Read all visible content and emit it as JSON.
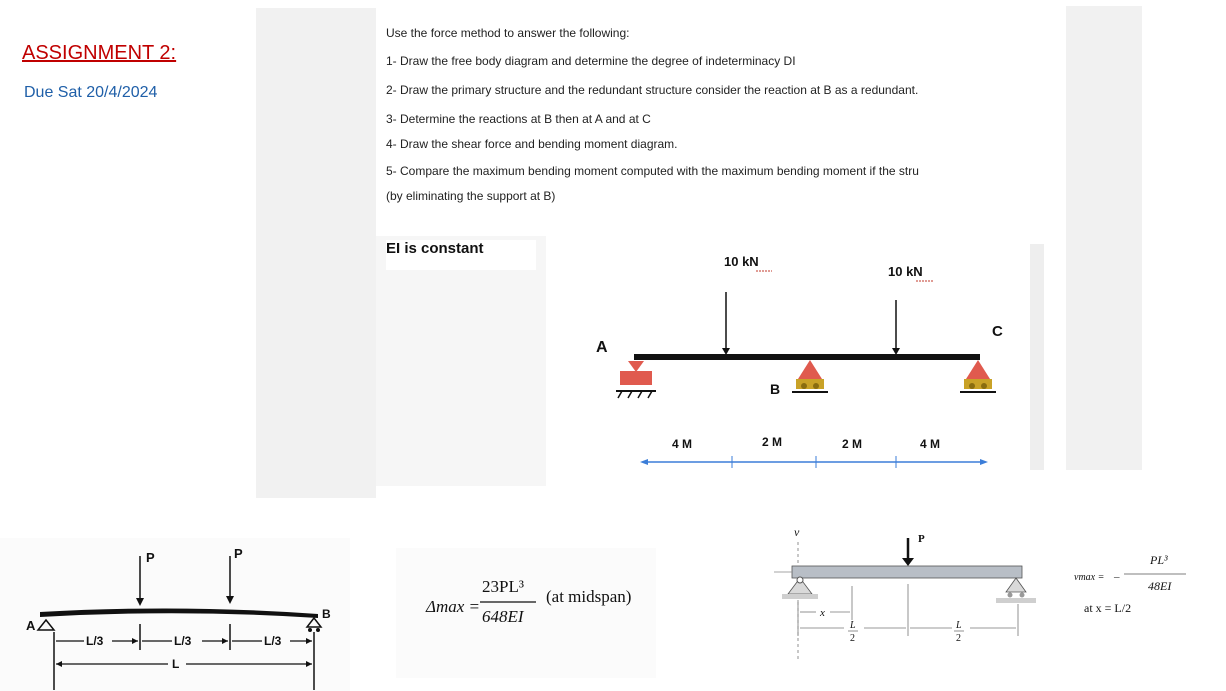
{
  "header": {
    "title": "ASSIGNMENT 2:",
    "due": "Due Sat 20/4/2024"
  },
  "question": {
    "intro": "Use the force method to answer the following:",
    "items": [
      "1- Draw the free body diagram and determine the degree of indeterminacy DI",
      "2- Draw the primary structure and the redundant structure consider the reaction at B as a redundant.",
      "3- Determine the reactions at B then at A and at C",
      "4- Draw the shear force and bending moment diagram.",
      "5- Compare the maximum bending moment computed with the maximum bending moment if the stru",
      "(by eliminating the support at B)"
    ],
    "ei_note": "EI is constant"
  },
  "beam": {
    "load1": "10 kN",
    "load2": "10 kN",
    "point_a": "A",
    "point_b": "B",
    "point_c": "C",
    "span1": "4 M",
    "span2": "2 M",
    "span3": "2 M",
    "span4": "4 M",
    "colors": {
      "support": "#e05a4e",
      "roller": "#c9a227",
      "dim_line": "#3b7dd8"
    }
  },
  "ref_left": {
    "load_p1": "P",
    "load_p2": "P",
    "point_a": "A",
    "point_b": "B",
    "seg1": "L/3",
    "seg2": "L/3",
    "seg3": "L/3",
    "total": "L"
  },
  "ref_formula": {
    "lhs": "Δmax =",
    "numerator": "23PL³",
    "denominator": "648EI",
    "note": "(at midspan)"
  },
  "ref_right": {
    "v_label": "v",
    "load_p": "P",
    "x_label": "x",
    "half1_num": "L",
    "half1_den": "2",
    "half2_num": "L",
    "half2_den": "2",
    "vmax_label": "vmax =",
    "minus": "–",
    "vmax_num": "PL³",
    "vmax_den": "48EI",
    "at_text": "at x = L/2"
  }
}
